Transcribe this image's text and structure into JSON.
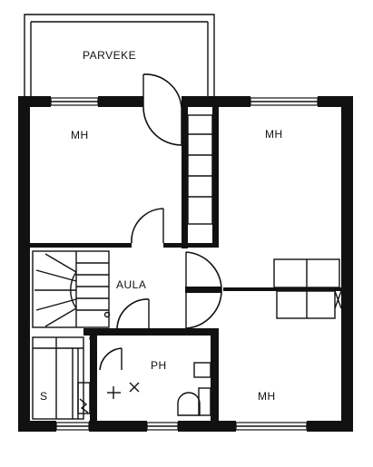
{
  "rooms": {
    "balcony": "PARVEKE",
    "bedroom_nw": "MH",
    "bedroom_ne": "MH",
    "hall": "AULA",
    "bathroom": "PH",
    "sauna": "S",
    "bedroom_se": "MH"
  },
  "colors": {
    "ink": "#111111",
    "paper": "#ffffff"
  }
}
